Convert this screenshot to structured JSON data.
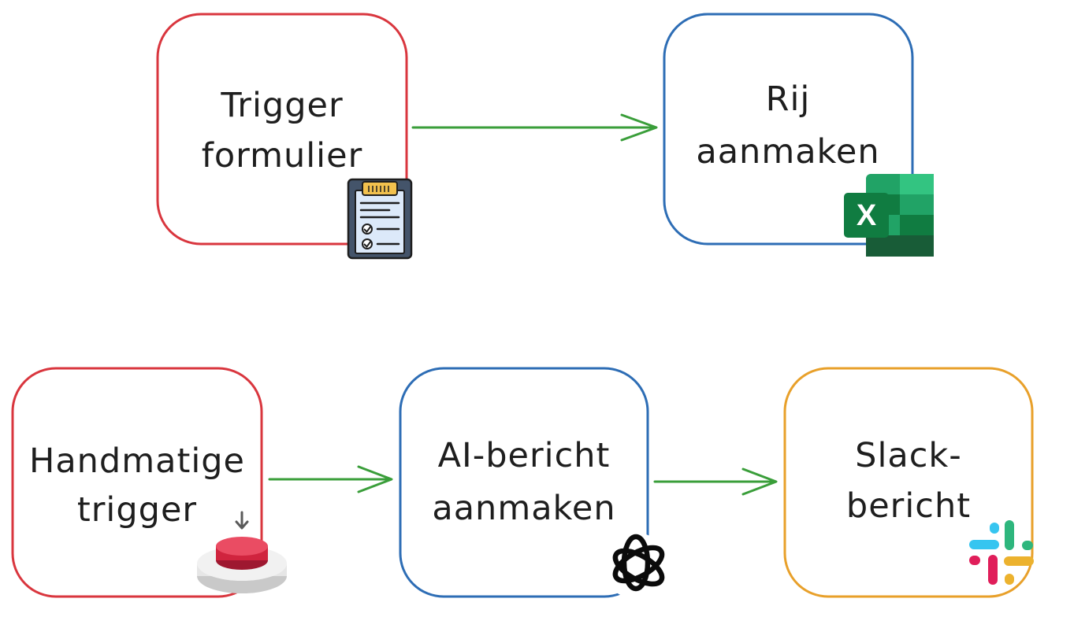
{
  "colors": {
    "red": "#d9363e",
    "blue": "#2d6db5",
    "orange": "#e8a02a",
    "arrow_green": "#3a9e3a",
    "text": "#1e1e1e"
  },
  "flow1": {
    "trigger": {
      "line1": "Trigger",
      "line2": "formulier",
      "icon": "clipboard-checklist-icon"
    },
    "action": {
      "line1": "Rij",
      "line2": "aanmaken",
      "icon": "excel-icon",
      "icon_letter": "X"
    }
  },
  "flow2": {
    "trigger": {
      "line1": "Handmatige",
      "line2": "trigger",
      "icon": "push-button-icon"
    },
    "ai": {
      "line1": "AI-bericht",
      "line2": "aanmaken",
      "icon": "openai-icon"
    },
    "slack": {
      "line1": "Slack-",
      "line2": "bericht",
      "icon": "slack-icon"
    }
  }
}
